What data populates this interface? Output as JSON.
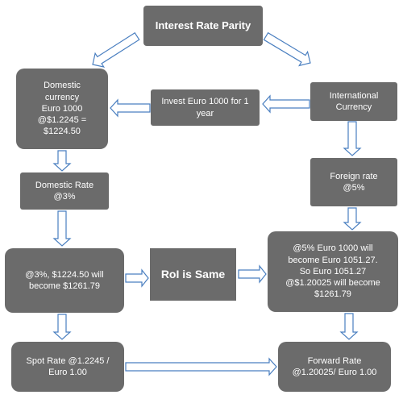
{
  "diagram": {
    "nodes": {
      "title": "Interest Rate Parity",
      "domestic_currency": "Domestic\ncurrency\nEuro 1000\n@$1.2245 =\n$1224.50",
      "invest": "Invest Euro 1000 for 1\nyear",
      "international_currency": "International\nCurrency",
      "domestic_rate": "Domestic Rate\n@3%",
      "foreign_rate": "Foreign rate\n@5%",
      "domestic_result": "@3%, $1224.50 will\nbecome $1261.79",
      "roi": "RoI is Same",
      "foreign_result": "@5% Euro 1000 will\nbecome Euro 1051.27.\nSo Euro 1051.27\n@$1.20025 will become\n$1261.79",
      "spot_rate": "Spot Rate @1.2245 /\nEuro 1.00",
      "forward_rate": "Forward Rate\n@1.20025/ Euro 1.00"
    },
    "colors": {
      "box_fill": "#6b6b6b",
      "box_text": "#ffffff",
      "arrow_stroke": "#4a7fc0",
      "arrow_fill": "#ffffff"
    }
  }
}
